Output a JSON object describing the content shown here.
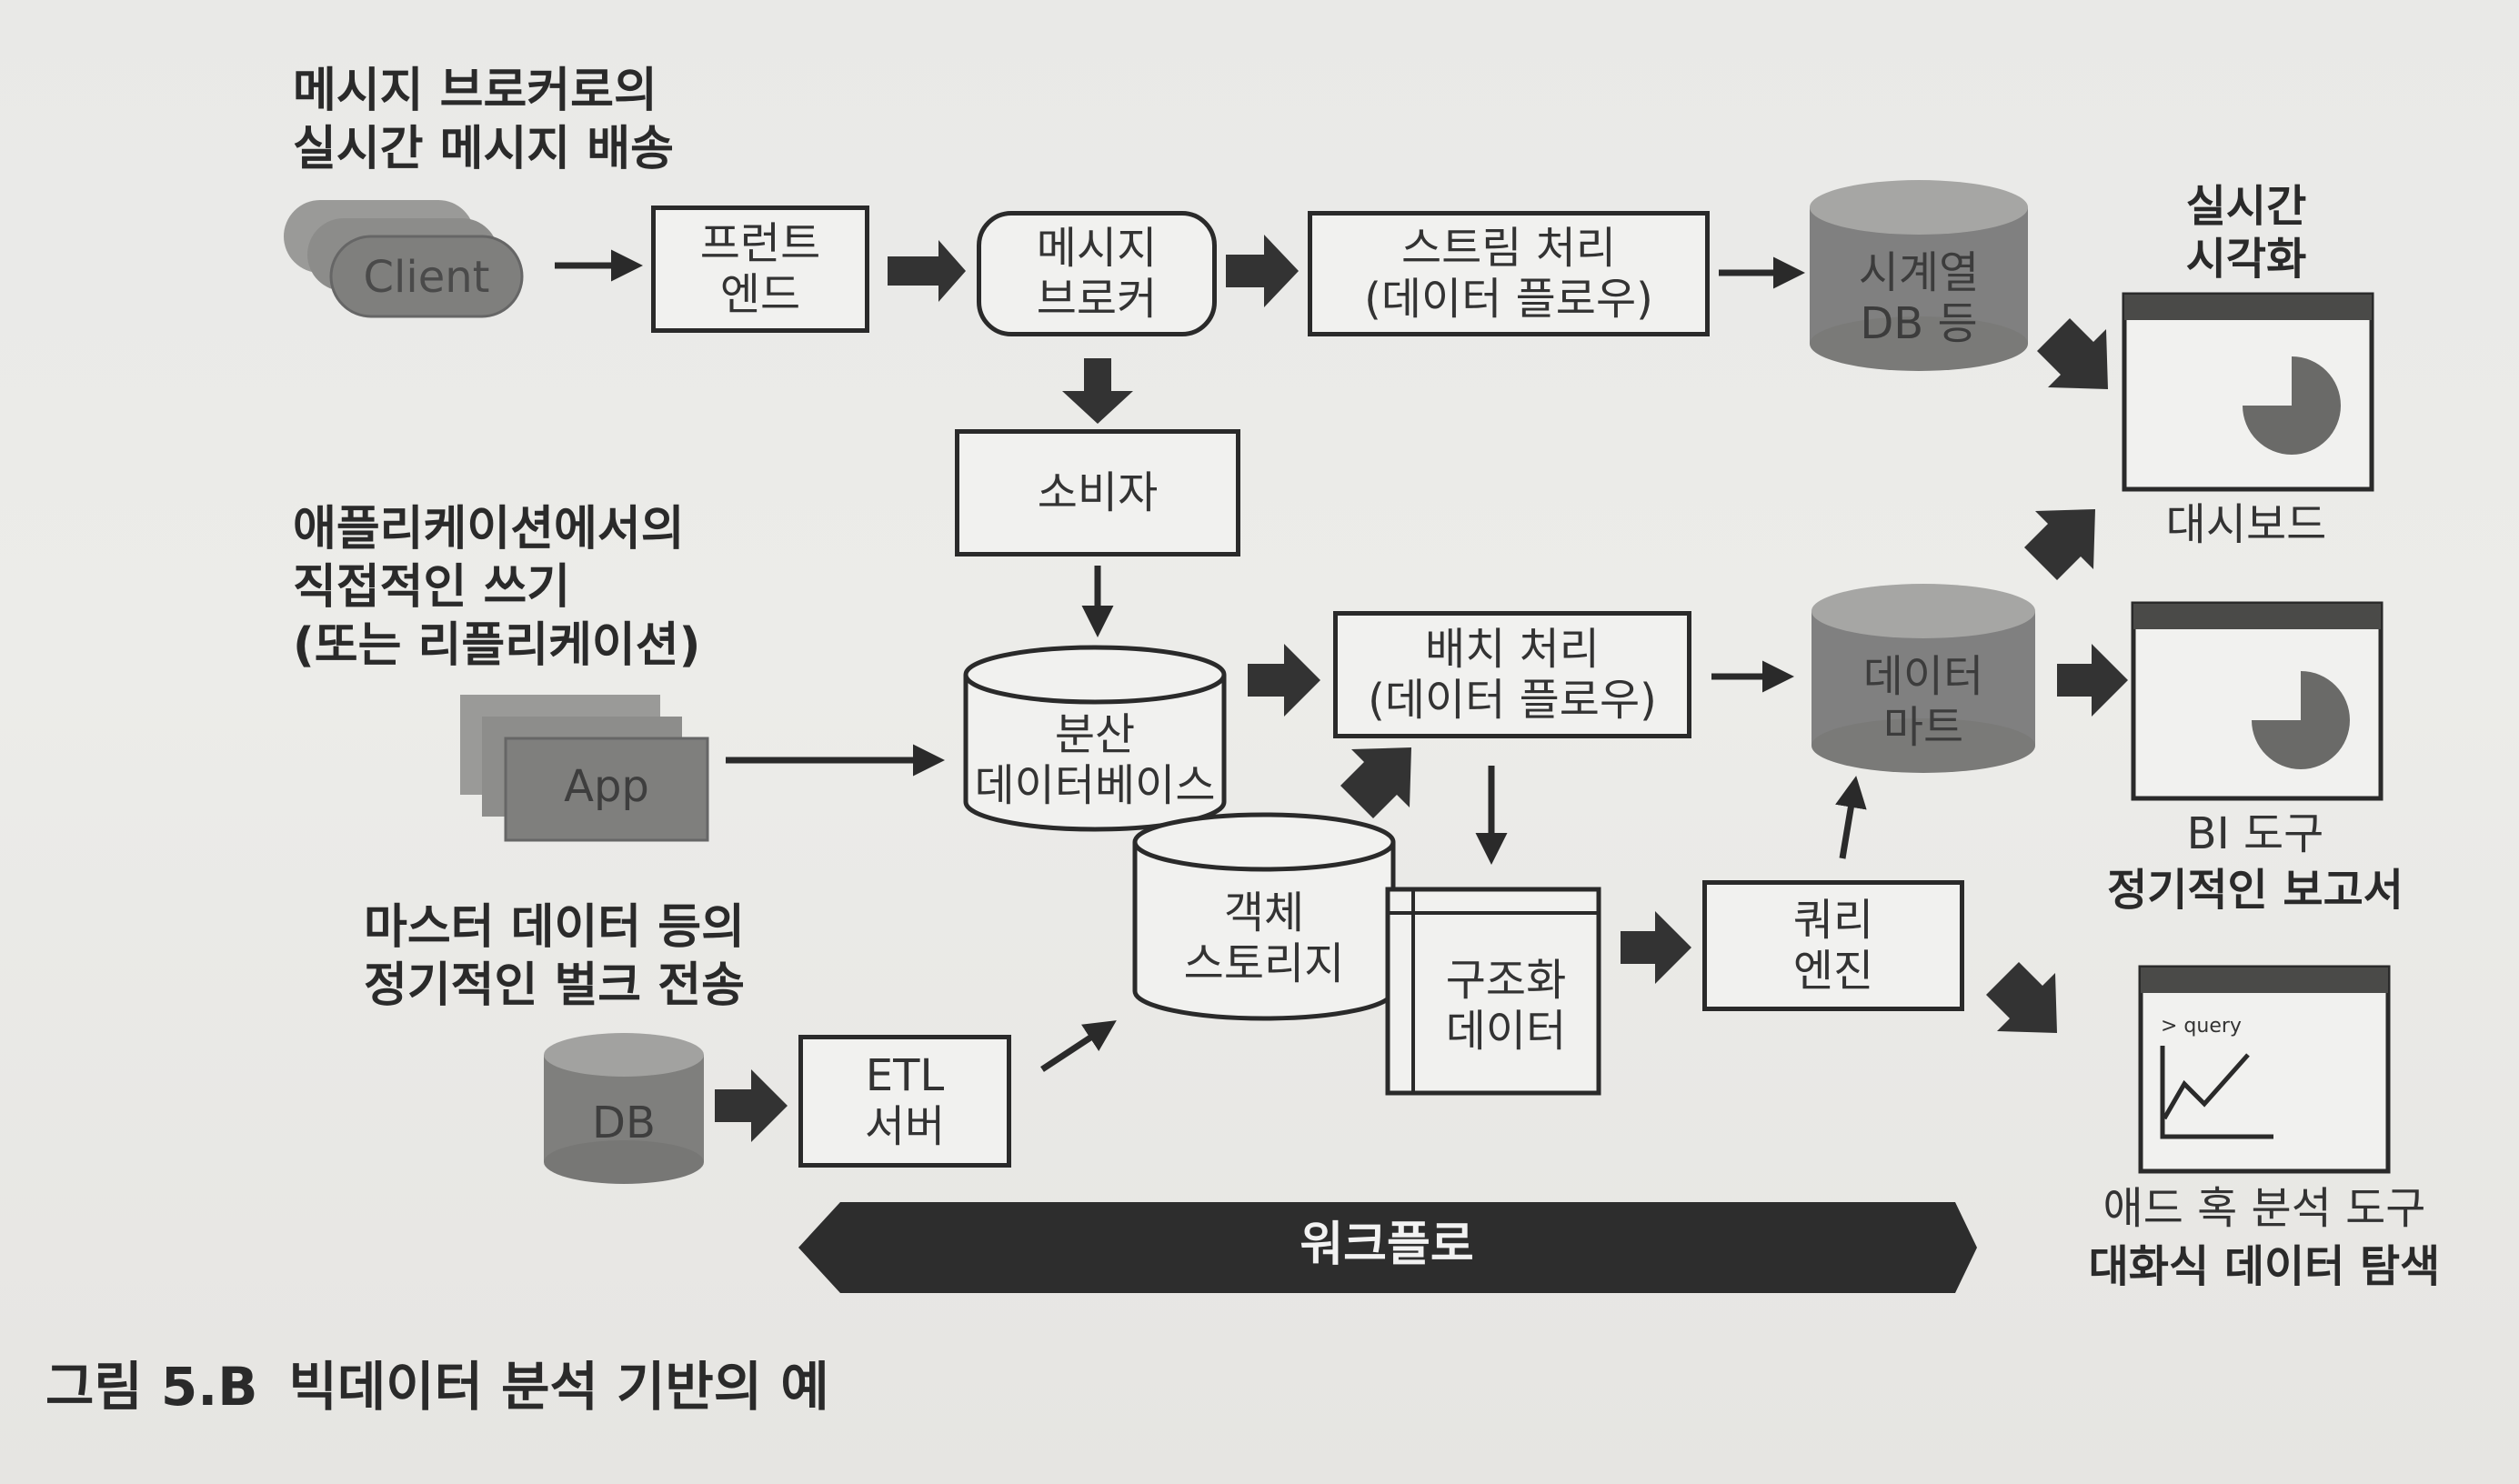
{
  "notes": {
    "realtime_delivery": "메시지 브로커로의\n실시간 메시지 배송",
    "direct_write": "애플리케이션에서의\n직접적인 쓰기\n(또는 리플리케이션)",
    "bulk_transfer": "마스터 데이터 등의\n정기적인 벌크 전송"
  },
  "sources": {
    "client": "Client",
    "app": "App",
    "db": "DB"
  },
  "nodes": {
    "frontend": "프런트\n엔드",
    "message_broker": "메시지\n브로커",
    "stream_processing": "스트림 처리\n(데이터 플로우)",
    "timeseries_db": "시계열\nDB 등",
    "consumer": "소비자",
    "distributed_db": "분산\n데이터베이스",
    "batch_processing": "배치 처리\n(데이터 플로우)",
    "data_mart": "데이터\n마트",
    "object_storage": "객체\n스토리지",
    "structured_data": "구조화\n데이터",
    "query_engine": "쿼리\n엔진",
    "etl_server": "ETL\n서버"
  },
  "outputs": {
    "realtime_title": "실시간\n시각화",
    "dashboard": "대시보드",
    "bi_tool": "BI 도구",
    "periodic_report": "정기적인 보고서",
    "query_prompt": "> query",
    "adhoc_tool": "애드 혹 분석 도구",
    "interactive_exploration": "대화식 데이터 탐색"
  },
  "workflow_label": "워크플로",
  "caption": {
    "number": "그림 5.B",
    "title": "빅데이터 분석 기반의 예"
  }
}
